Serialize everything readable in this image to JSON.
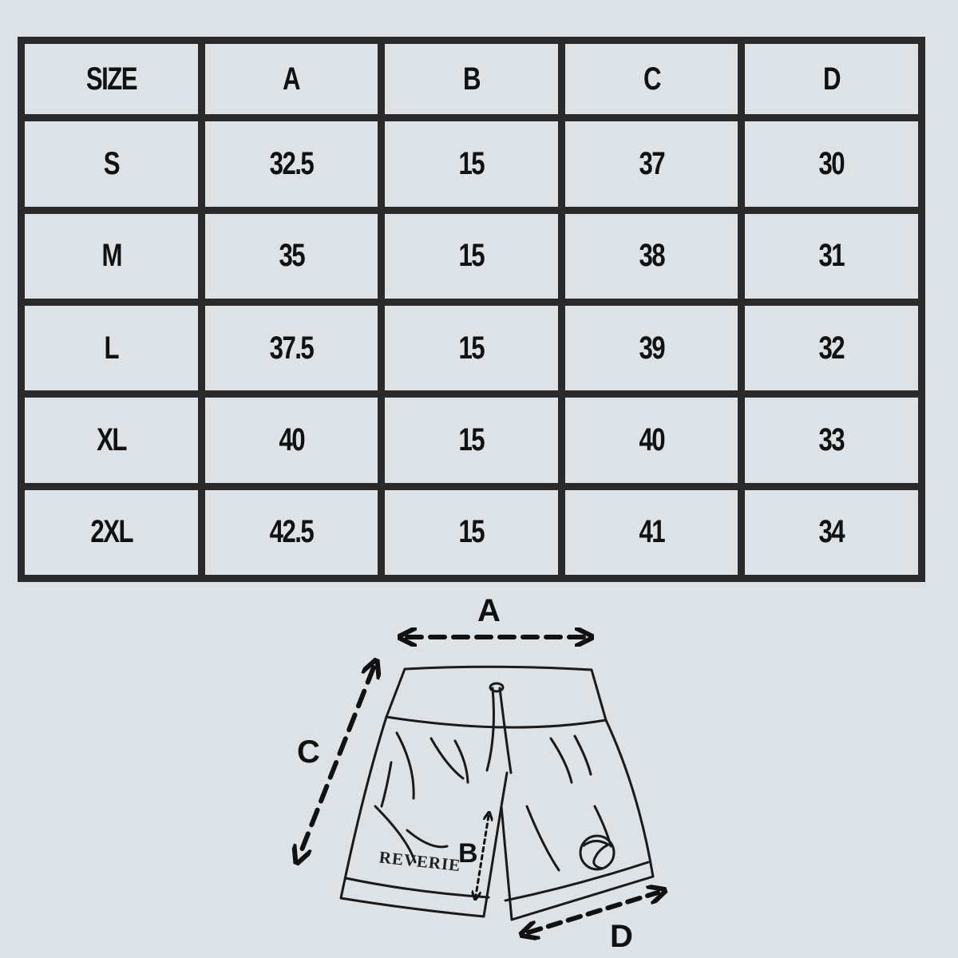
{
  "table": {
    "headers": [
      "SIZE",
      "A",
      "B",
      "C",
      "D"
    ],
    "rows": [
      [
        "S",
        "32.5",
        "15",
        "37",
        "30"
      ],
      [
        "M",
        "35",
        "15",
        "38",
        "31"
      ],
      [
        "L",
        "37.5",
        "15",
        "39",
        "32"
      ],
      [
        "XL",
        "40",
        "15",
        "40",
        "33"
      ],
      [
        "2XL",
        "42.5",
        "15",
        "41",
        "34"
      ]
    ]
  },
  "diagram": {
    "labels": {
      "a": "A",
      "b": "B",
      "c": "C",
      "d": "D"
    },
    "brand": "REVERIE",
    "logo_icon": "wave-circle-icon"
  }
}
